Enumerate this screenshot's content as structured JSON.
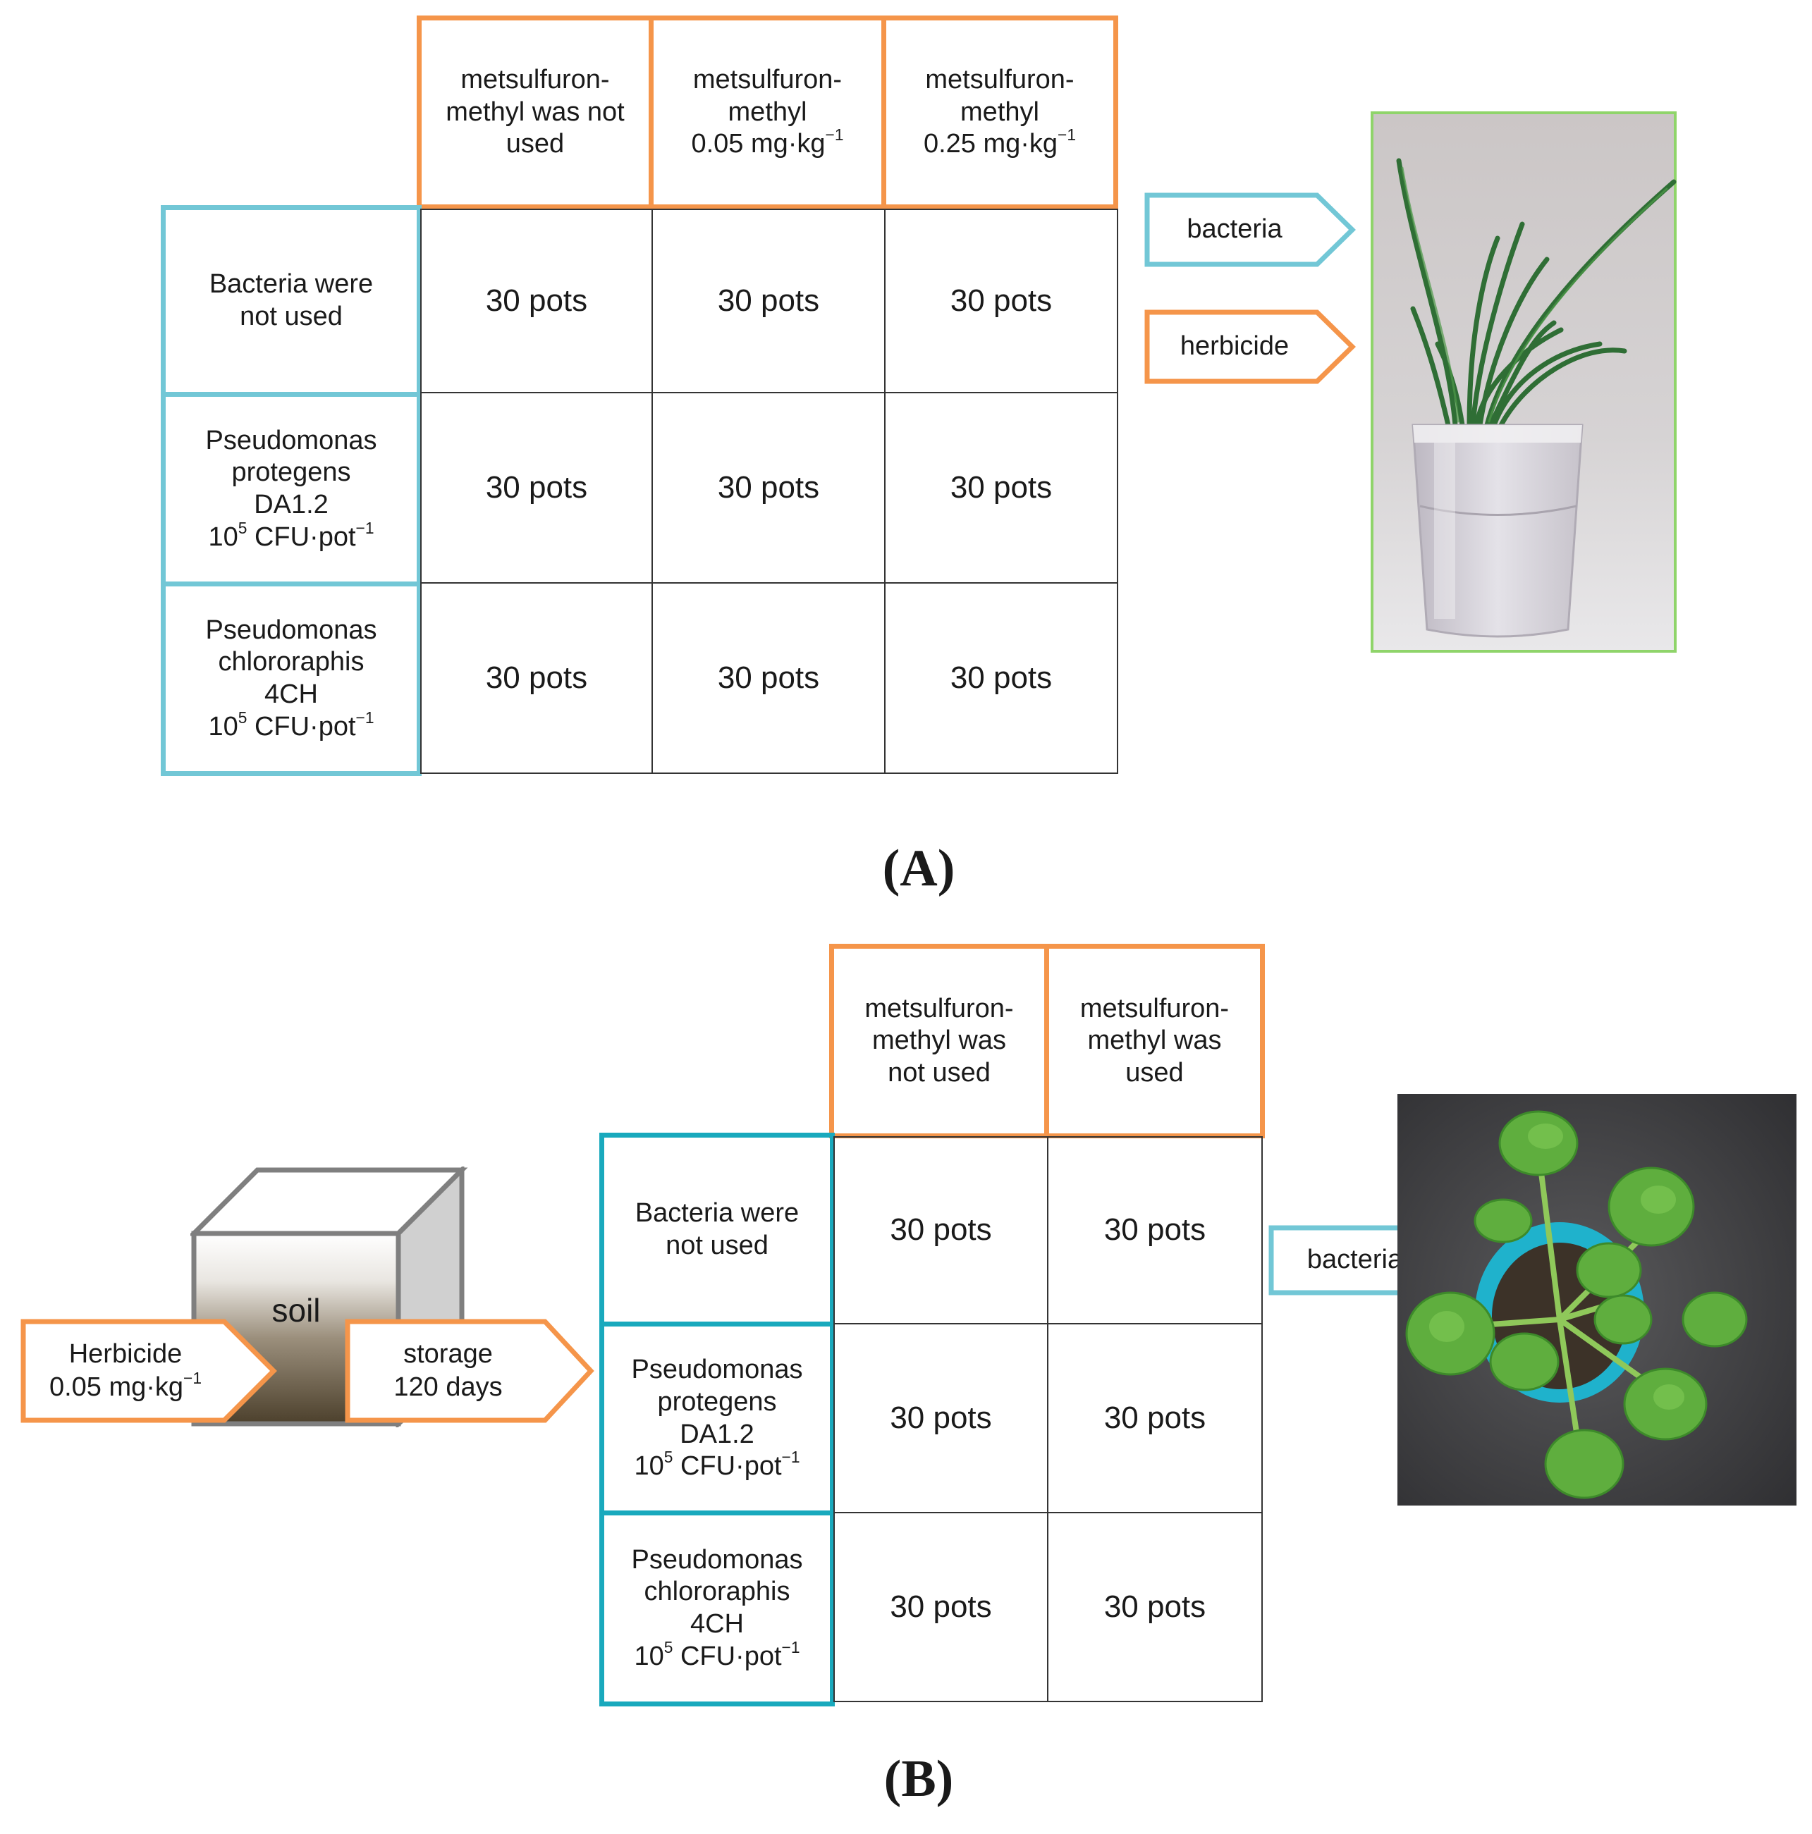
{
  "panel_a": {
    "label": "(A)",
    "columns": [
      {
        "line1": "metsulfuron-",
        "line2": "methyl was not",
        "line3": "used",
        "sup": ""
      },
      {
        "line1": "metsulfuron-",
        "line2": "methyl",
        "line3": "0.05 mg·kg",
        "sup": "−1"
      },
      {
        "line1": "metsulfuron-",
        "line2": "methyl",
        "line3": "0.25 mg·kg",
        "sup": "−1"
      }
    ],
    "rows": [
      {
        "line1": "Bacteria were",
        "line2": "not used",
        "line3": "",
        "line4a": "",
        "line4sup": "",
        "line4b": "",
        "line4sup2": ""
      },
      {
        "line1": "Pseudomonas",
        "line2": "protegens",
        "line3": "DA1.2",
        "line4a": "10",
        "line4sup": "5",
        "line4b": " CFU·pot",
        "line4sup2": "−1"
      },
      {
        "line1": "Pseudomonas",
        "line2": "chlororaphis",
        "line3": "4CH",
        "line4a": "10",
        "line4sup": "5",
        "line4b": " CFU·pot",
        "line4sup2": "−1"
      }
    ],
    "cells": [
      [
        "30 pots",
        "30 pots",
        "30 pots"
      ],
      [
        "30 pots",
        "30 pots",
        "30 pots"
      ],
      [
        "30 pots",
        "30 pots",
        "30 pots"
      ]
    ],
    "arrows": {
      "bacteria": "bacteria",
      "herbicide": "herbicide"
    }
  },
  "panel_b": {
    "label": "(B)",
    "columns": [
      {
        "line1": "metsulfuron-",
        "line2": "methyl was",
        "line3": "not used"
      },
      {
        "line1": "metsulfuron-",
        "line2": "methyl was",
        "line3": "used"
      }
    ],
    "rows": [
      {
        "line1": "Bacteria were",
        "line2": "not used",
        "line3": "",
        "line4a": "",
        "line4sup": "",
        "line4b": "",
        "line4sup2": ""
      },
      {
        "line1": "Pseudomonas",
        "line2": "protegens",
        "line3": "DA1.2",
        "line4a": "10",
        "line4sup": "5",
        "line4b": " CFU·pot",
        "line4sup2": "−1"
      },
      {
        "line1": "Pseudomonas",
        "line2": "chlororaphis",
        "line3": "4CH",
        "line4a": "10",
        "line4sup": "5",
        "line4b": " CFU·pot",
        "line4sup2": "−1"
      }
    ],
    "cells": [
      [
        "30 pots",
        "30 pots"
      ],
      [
        "30 pots",
        "30 pots"
      ],
      [
        "30 pots",
        "30 pots"
      ]
    ],
    "soil_label": "soil",
    "herbicide_arrow": {
      "line1": "Herbicide",
      "line2": "0.05 mg·kg",
      "sup": "−1"
    },
    "storage_arrow": {
      "line1": "storage",
      "line2": "120 days"
    },
    "bacteria_arrow": "bacteria"
  },
  "colors": {
    "orange": "#f5954a",
    "light_cyan": "#72c7d6",
    "cyan": "#19a9bd",
    "grid": "#333333",
    "photo_frame_green": "#8fd46a"
  }
}
